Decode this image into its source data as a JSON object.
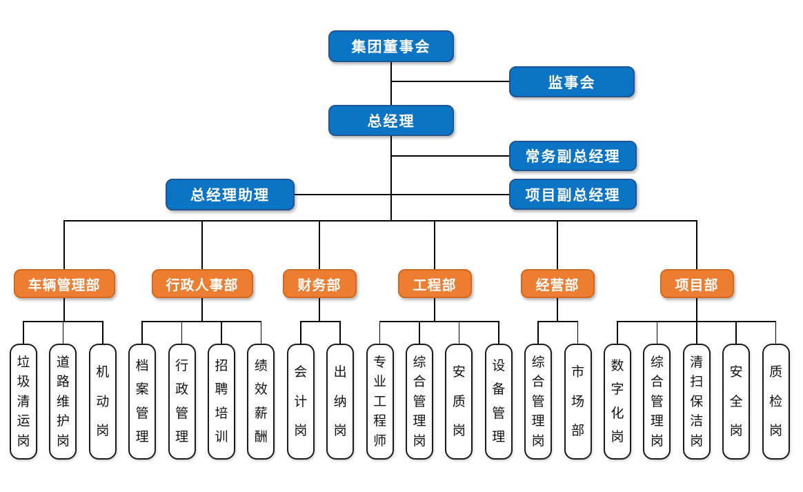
{
  "colors": {
    "background": "#FFFFFF",
    "primary_blue": "#0C74C4",
    "blue_border": "#1F5494",
    "accent_orange": "#ED7D31",
    "orange_border": "#D2691E",
    "post_border": "#1A1A1A",
    "connector": "#000000"
  },
  "executive": {
    "board": {
      "label": "集团董事会"
    },
    "supervisory": {
      "label": "监事会"
    },
    "general_manager": {
      "label": "总经理"
    },
    "executive_deputy_gm": {
      "label": "常务副总经理"
    },
    "gm_assistant": {
      "label": "总经理助理"
    },
    "project_deputy_gm": {
      "label": "项目副总经理"
    }
  },
  "departments": [
    {
      "label": "车辆管理部",
      "posts": [
        "垃圾清运岗",
        "道路维护岗",
        "机动岗"
      ]
    },
    {
      "label": "行政人事部",
      "posts": [
        "档案管理",
        "行政管理",
        "招聘培训",
        "绩效薪酬"
      ]
    },
    {
      "label": "财务部",
      "posts": [
        "会计岗",
        "出纳岗"
      ]
    },
    {
      "label": "工程部",
      "posts": [
        "专业工程师",
        "综合管理岗",
        "安质岗",
        "设备管理"
      ]
    },
    {
      "label": "经营部",
      "posts": [
        "综合管理岗",
        "市场部"
      ]
    },
    {
      "label": "项目部",
      "posts": [
        "数字化岗",
        "综合管理岗",
        "清扫保洁岗",
        "安全岗",
        "质检岗"
      ]
    }
  ]
}
